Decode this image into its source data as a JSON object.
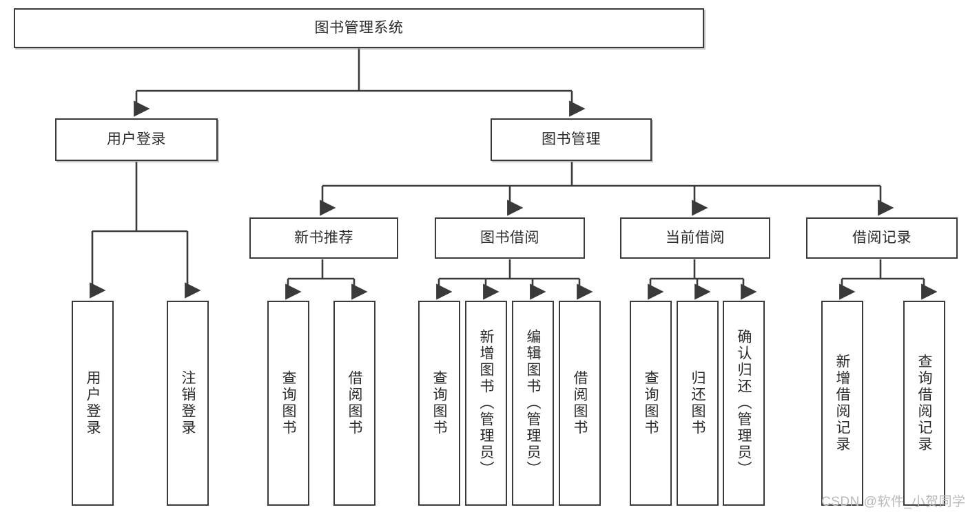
{
  "diagram": {
    "type": "tree-hierarchy",
    "title": "图书管理系统",
    "orientation": "top-down",
    "root": {
      "id": "root",
      "label": "图书管理系统",
      "level": 0
    },
    "level2": [
      {
        "id": "user-login",
        "label": "用户登录"
      },
      {
        "id": "book-manage",
        "label": "图书管理"
      }
    ],
    "level3": [
      {
        "id": "new-book-recommend",
        "label": "新书推荐",
        "parent": "book-manage"
      },
      {
        "id": "book-borrow",
        "label": "图书借阅",
        "parent": "book-manage"
      },
      {
        "id": "current-borrow",
        "label": "当前借阅",
        "parent": "book-manage"
      },
      {
        "id": "borrow-record",
        "label": "借阅记录",
        "parent": "book-manage"
      }
    ],
    "leaves": [
      {
        "id": "leaf-user-login",
        "label": "用户登录",
        "parent": "user-login"
      },
      {
        "id": "leaf-user-logout",
        "label": "注销登录",
        "parent": "user-login"
      },
      {
        "id": "leaf-query-book-1",
        "label": "查询图书",
        "parent": "new-book-recommend"
      },
      {
        "id": "leaf-borrow-book-1",
        "label": "借阅图书",
        "parent": "new-book-recommend"
      },
      {
        "id": "leaf-query-book-2",
        "label": "查询图书",
        "parent": "book-borrow"
      },
      {
        "id": "leaf-add-book",
        "label": "新增图书（管理员）",
        "parent": "book-borrow"
      },
      {
        "id": "leaf-edit-book",
        "label": "编辑图书（管理员）",
        "parent": "book-borrow"
      },
      {
        "id": "leaf-borrow-book-2",
        "label": "借阅图书",
        "parent": "book-borrow"
      },
      {
        "id": "leaf-query-book-3",
        "label": "查询图书",
        "parent": "current-borrow"
      },
      {
        "id": "leaf-return-book",
        "label": "归还图书",
        "parent": "current-borrow"
      },
      {
        "id": "leaf-confirm-return",
        "label": "确认归还（管理员）",
        "parent": "current-borrow"
      },
      {
        "id": "leaf-add-record",
        "label": "新增借阅记录",
        "parent": "borrow-record"
      },
      {
        "id": "leaf-query-record",
        "label": "查询借阅记录",
        "parent": "borrow-record"
      }
    ],
    "colors": {
      "stroke": "#3a3a3a",
      "fill": "#ffffff",
      "text": "#2b2b2b",
      "watermark": "#b9b9b9"
    }
  },
  "watermark": {
    "text": "CSDN @软件_小贺同学"
  }
}
